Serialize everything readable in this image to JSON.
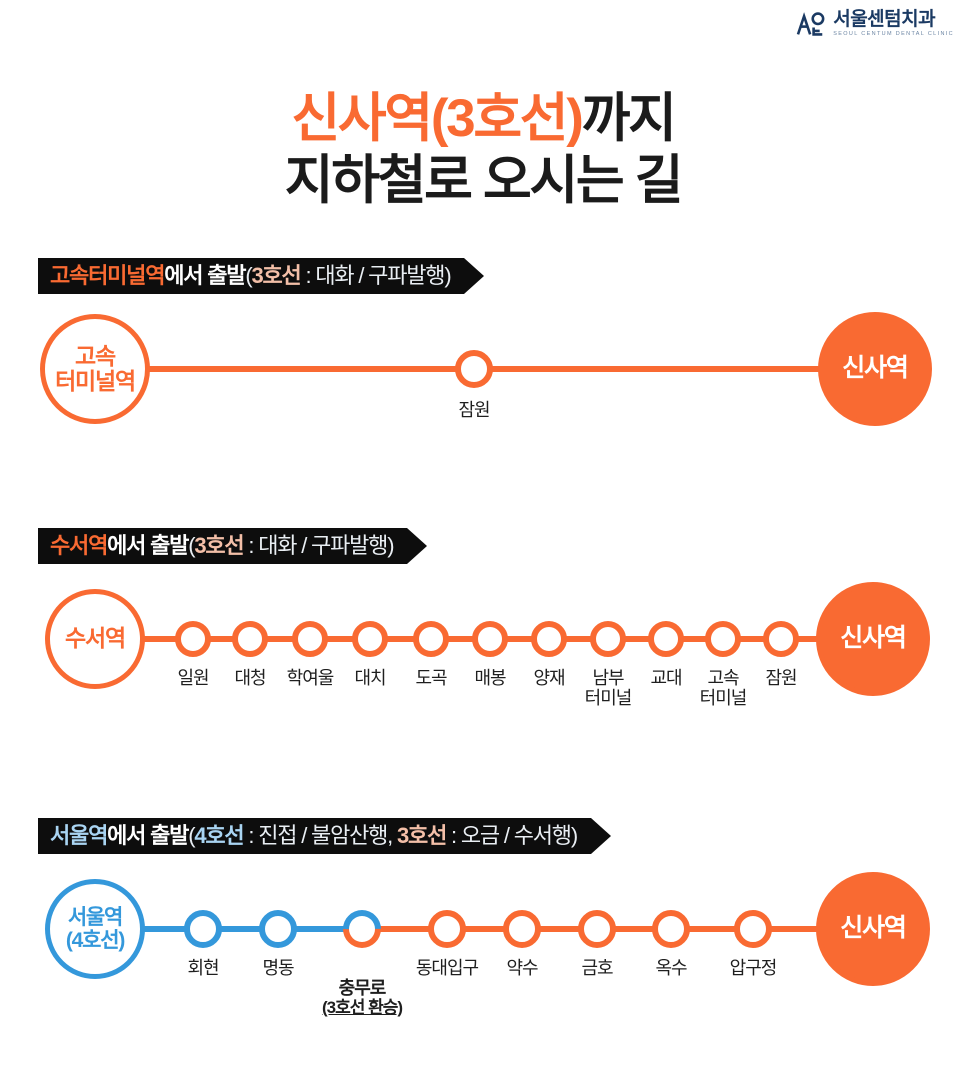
{
  "logo": {
    "korean": "서울센텀치과",
    "english": "SEOUL CENTUM DENTAL CLINIC",
    "icon": "seoul-centum-logo-mark"
  },
  "title": {
    "line1_highlight": "신사역(3호선)",
    "line1_rest": "까지",
    "line2": "지하철로 오시는 길"
  },
  "colors": {
    "orange": "#F96A32",
    "blue": "#3498DB",
    "salmon": "#f3bfa8",
    "light_blue_text": "#a9d4f2",
    "ribbon_bg": "#0d0d0d",
    "logo_navy": "#1b3a63"
  },
  "sections": [
    {
      "id": "gosok-terminal",
      "header": {
        "station": "고속터미널역",
        "rest": "에서 출발",
        "line_label": "3호선",
        "detail": " : 대화 / 구파발행"
      },
      "start": {
        "label": "고속\n터미널역",
        "style": "white-orange"
      },
      "end": {
        "label": "신사역",
        "style": "filled-orange"
      },
      "stops": [
        {
          "label": "잠원",
          "color": "orange"
        }
      ]
    },
    {
      "id": "suseo",
      "header": {
        "station": "수서역",
        "rest": "에서 출발",
        "line_label": "3호선",
        "detail": " : 대화 / 구파발행"
      },
      "start": {
        "label": "수서역",
        "style": "white-orange"
      },
      "end": {
        "label": "신사역",
        "style": "filled-orange"
      },
      "stops": [
        {
          "label": "일원",
          "color": "orange"
        },
        {
          "label": "대청",
          "color": "orange"
        },
        {
          "label": "학여울",
          "color": "orange"
        },
        {
          "label": "대치",
          "color": "orange"
        },
        {
          "label": "도곡",
          "color": "orange"
        },
        {
          "label": "매봉",
          "color": "orange"
        },
        {
          "label": "양재",
          "color": "orange"
        },
        {
          "label": "남부\n터미널",
          "color": "orange"
        },
        {
          "label": "교대",
          "color": "orange"
        },
        {
          "label": "고속\n터미널",
          "color": "orange"
        },
        {
          "label": "잠원",
          "color": "orange"
        }
      ]
    },
    {
      "id": "seoul-station",
      "header": {
        "station": "서울역",
        "rest": "에서 출발",
        "line_label": "4호선",
        "detail": " : 진접 / 불암산행, ",
        "line_label2": "3호선",
        "detail2": " : 오금 / 수서행"
      },
      "start": {
        "label": "서울역\n(4호선)",
        "style": "white-blue"
      },
      "end": {
        "label": "신사역",
        "style": "filled-orange"
      },
      "stops": [
        {
          "label": "회현",
          "color": "blue"
        },
        {
          "label": "명동",
          "color": "blue"
        },
        {
          "label": "충무로",
          "color": "transfer",
          "note": "(3호선 환승)"
        },
        {
          "label": "동대입구",
          "color": "orange"
        },
        {
          "label": "약수",
          "color": "orange"
        },
        {
          "label": "금호",
          "color": "orange"
        },
        {
          "label": "옥수",
          "color": "orange"
        },
        {
          "label": "압구정",
          "color": "orange"
        }
      ]
    }
  ]
}
